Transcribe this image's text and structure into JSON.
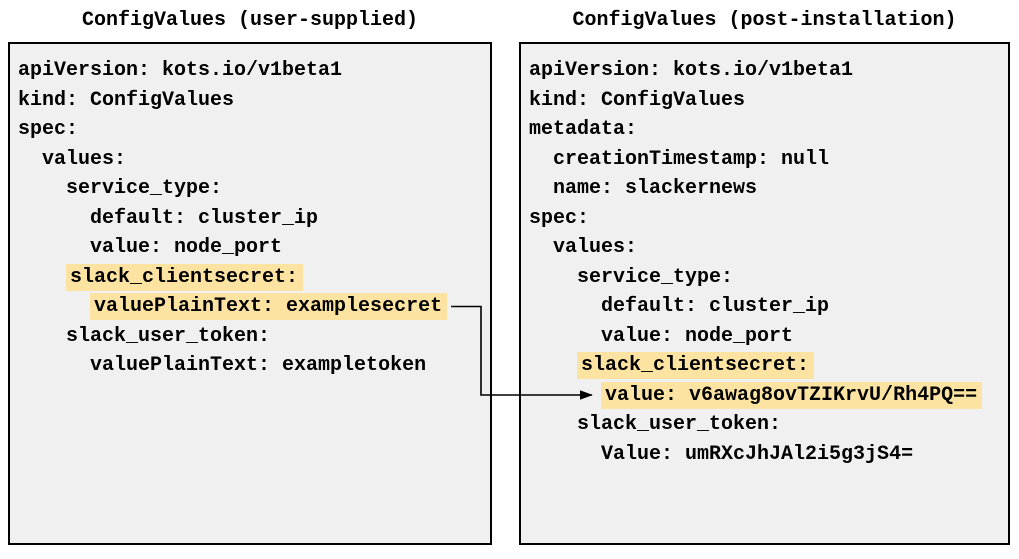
{
  "panels": [
    {
      "title": "ConfigValues (user-supplied)",
      "lines": [
        {
          "indent": 0,
          "text": "apiVersion: kots.io/v1beta1",
          "highlight": false
        },
        {
          "indent": 0,
          "text": "kind: ConfigValues",
          "highlight": false
        },
        {
          "indent": 0,
          "text": "spec:",
          "highlight": false
        },
        {
          "indent": 2,
          "text": "values:",
          "highlight": false
        },
        {
          "indent": 4,
          "text": "service_type:",
          "highlight": false
        },
        {
          "indent": 6,
          "text": "default: cluster_ip",
          "highlight": false
        },
        {
          "indent": 6,
          "text": "value: node_port",
          "highlight": false
        },
        {
          "indent": 4,
          "text": "slack_clientsecret:",
          "highlight": true
        },
        {
          "indent": 6,
          "text": "valuePlainText: examplesecret",
          "highlight": true
        },
        {
          "indent": 4,
          "text": "slack_user_token:",
          "highlight": false
        },
        {
          "indent": 6,
          "text": "valuePlainText: exampletoken",
          "highlight": false
        }
      ]
    },
    {
      "title": "ConfigValues (post-installation)",
      "lines": [
        {
          "indent": 0,
          "text": "apiVersion: kots.io/v1beta1",
          "highlight": false
        },
        {
          "indent": 0,
          "text": "kind: ConfigValues",
          "highlight": false
        },
        {
          "indent": 0,
          "text": "metadata:",
          "highlight": false
        },
        {
          "indent": 2,
          "text": "creationTimestamp: null",
          "highlight": false
        },
        {
          "indent": 2,
          "text": "name: slackernews",
          "highlight": false
        },
        {
          "indent": 0,
          "text": "spec:",
          "highlight": false
        },
        {
          "indent": 2,
          "text": "values:",
          "highlight": false
        },
        {
          "indent": 4,
          "text": "service_type:",
          "highlight": false
        },
        {
          "indent": 6,
          "text": "default: cluster_ip",
          "highlight": false
        },
        {
          "indent": 6,
          "text": "value: node_port",
          "highlight": false
        },
        {
          "indent": 4,
          "text": "slack_clientsecret:",
          "highlight": true
        },
        {
          "indent": 6,
          "text": "value: v6awag8ovTZIKrvU/Rh4PQ==",
          "highlight": true
        },
        {
          "indent": 4,
          "text": "slack_user_token:",
          "highlight": false
        },
        {
          "indent": 6,
          "text": "Value: umRXcJhJAl2i5g3jS4=",
          "highlight": false
        }
      ]
    }
  ],
  "connector": {
    "from_text": "valuePlainText: examplesecret",
    "to_text": "value: v6awag8ovTZIKrvU/Rh4PQ==",
    "shape": "elbow-arrow-right"
  },
  "colors": {
    "highlight": "#fce3a1",
    "panel_background": "#f0f0f0",
    "panel_border": "#000000",
    "page_background": "#ffffff",
    "text": "#000000",
    "arrow": "#000000"
  }
}
